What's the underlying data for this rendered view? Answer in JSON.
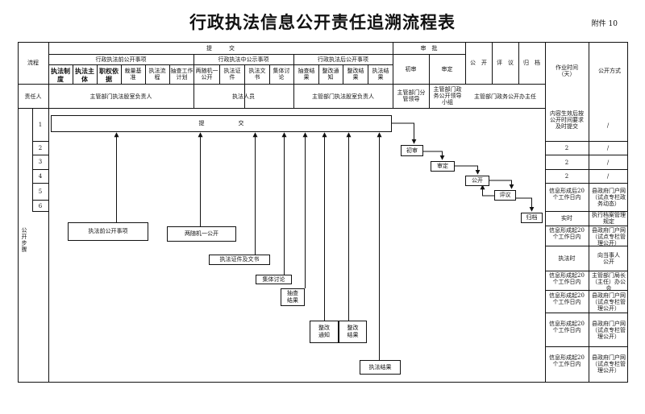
{
  "title": "行政执法信息公开责任追溯流程表",
  "attachment": "附件 10",
  "header": {
    "process": "流程",
    "submit": "提　　　交",
    "review": "审　批",
    "initial_review": "初审",
    "final_review": "审定",
    "publish": "公　开",
    "evaluate": "评　议",
    "archive": "归　档",
    "work_time": "作业时间（天）",
    "publish_method": "公开方式",
    "group_before": "行政执法前公开事项",
    "group_during": "行政执法中公示事项",
    "group_after": "行政执法后公开事项",
    "items": [
      "执法制度",
      "执法主体",
      "职权依据",
      "裁量基准",
      "执法流程",
      "抽查工作计划",
      "两随机一公开",
      "执法证件",
      "执法文书",
      "集体讨论",
      "抽查结果",
      "整改通知",
      "整改结果",
      "执法结果"
    ]
  },
  "responsible": {
    "label": "责任人",
    "before": "主管部门执法股室负责人",
    "during": "执法人员",
    "after": "主管部门执法股室负责人",
    "initial": "主管部门分管领导",
    "final": "主管部门政务公开领导小组",
    "publish": "主管部门政务公开办主任"
  },
  "steps": {
    "label": "公开步骤",
    "numbers": [
      "1",
      "2",
      "3",
      "4",
      "5",
      "6"
    ]
  },
  "flow": {
    "submit_bar": "提　　　　　　交",
    "initial_review": "初审",
    "final_review": "审定",
    "publish": "公开",
    "evaluate": "评议",
    "archive": "归档",
    "before_items": "执法前公开事项",
    "random": "两随机一公开",
    "cert_doc": "执法证件及文书",
    "collective": "集体讨论",
    "spot_result": "抽查结果",
    "rectify_notice": "整改通知",
    "rectify_result": "整改结果",
    "enforce_result": "执法结果"
  },
  "right_rows": [
    {
      "time": "内容生效后按公开时间要求及时提交",
      "method": "/"
    },
    {
      "time": "2",
      "method": "/"
    },
    {
      "time": "2",
      "method": "/"
    },
    {
      "time": "2",
      "method": "/"
    },
    {
      "time": "信息形成后20个工作日内",
      "method": "县政府门户网（试点专栏政务动态）"
    },
    {
      "time": "实时",
      "method": "执行档案管理规定"
    },
    {
      "time": "信息形成起20个工作日内",
      "method": "县政府门户网（试点专栏管理公开）"
    },
    {
      "time": "执法时",
      "method": "向当事人公开"
    },
    {
      "time": "信息形成起20个工作日内",
      "method": "主管部门局长（主任）办公会"
    },
    {
      "time": "信息形成起20个工作日内",
      "method": "县政府门户网（试点专栏管理公开）"
    },
    {
      "time": "信息形成起20个工作日内",
      "method": "县政府门户网（试点专栏管理公开）"
    },
    {
      "time": "信息形成起20个工作日内",
      "method": "县政府门户网（试点专栏管理公开）"
    }
  ]
}
